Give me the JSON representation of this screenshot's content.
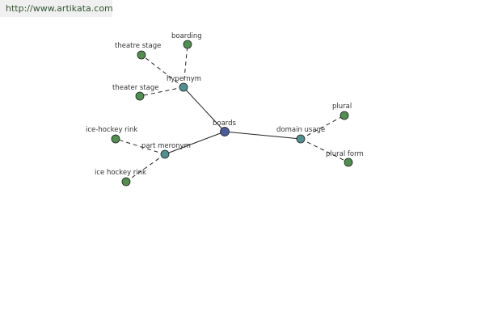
{
  "watermark": "http://www.artikata.com",
  "colors": {
    "center": "#4a5a9a",
    "relation": "#4f9191",
    "leaf": "#4f8f4f"
  },
  "nodes": [
    {
      "id": "boards",
      "label": "boards",
      "kind": "center"
    },
    {
      "id": "hypernym",
      "label": "hypernym",
      "kind": "relation"
    },
    {
      "id": "domain-usage",
      "label": "domain usage",
      "kind": "relation"
    },
    {
      "id": "part-meronym",
      "label": "part meronym",
      "kind": "relation"
    },
    {
      "id": "theatre-stage",
      "label": "theatre stage",
      "kind": "leaf"
    },
    {
      "id": "boarding",
      "label": "boarding",
      "kind": "leaf"
    },
    {
      "id": "theater-stage",
      "label": "theater stage",
      "kind": "leaf"
    },
    {
      "id": "plural",
      "label": "plural",
      "kind": "leaf"
    },
    {
      "id": "plural-form",
      "label": "plural form",
      "kind": "leaf"
    },
    {
      "id": "ice-hockey-rink-hyphen",
      "label": "ice-hockey rink",
      "kind": "leaf"
    },
    {
      "id": "ice-hockey-rink",
      "label": "ice hockey rink",
      "kind": "leaf"
    }
  ],
  "edges": [
    {
      "from": "boards",
      "to": "hypernym",
      "style": "solid"
    },
    {
      "from": "boards",
      "to": "domain-usage",
      "style": "solid"
    },
    {
      "from": "boards",
      "to": "part-meronym",
      "style": "solid"
    },
    {
      "from": "hypernym",
      "to": "theatre-stage",
      "style": "dashed"
    },
    {
      "from": "hypernym",
      "to": "boarding",
      "style": "dashed"
    },
    {
      "from": "hypernym",
      "to": "theater-stage",
      "style": "dashed"
    },
    {
      "from": "domain-usage",
      "to": "plural",
      "style": "dashed"
    },
    {
      "from": "domain-usage",
      "to": "plural-form",
      "style": "dashed"
    },
    {
      "from": "part-meronym",
      "to": "ice-hockey-rink-hyphen",
      "style": "dashed"
    },
    {
      "from": "part-meronym",
      "to": "ice-hockey-rink",
      "style": "dashed"
    }
  ]
}
